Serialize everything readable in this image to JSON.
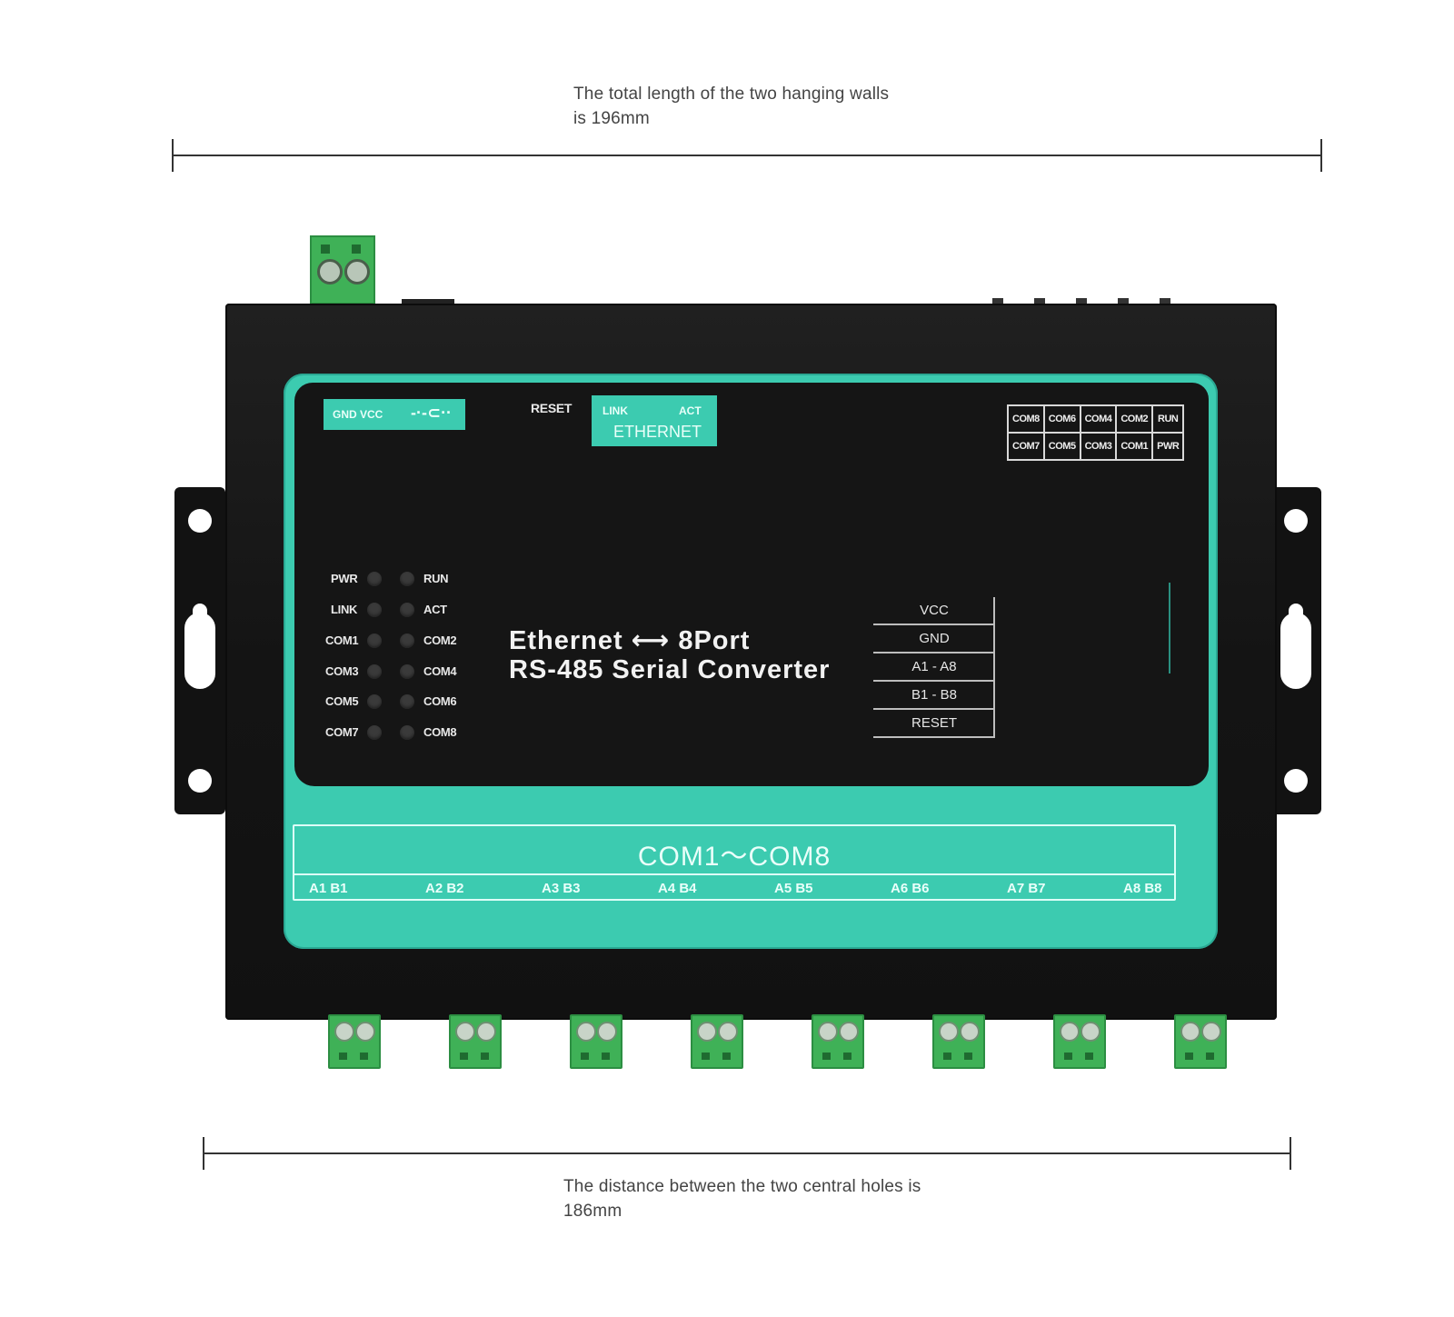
{
  "annotations": {
    "top_text_line1": "The total length of the two hanging walls",
    "top_text_line2": "is 196mm",
    "bottom_text_line1": "The distance between the two central holes is",
    "bottom_text_line2": "186mm"
  },
  "device": {
    "power_label": "GND VCC",
    "reset_label": "RESET",
    "ethernet": {
      "link": "LINK",
      "act": "ACT",
      "name": "ETHERNET"
    },
    "indicator_grid": {
      "row1": [
        "COM8",
        "COM6",
        "COM4",
        "COM2",
        "RUN"
      ],
      "row2": [
        "COM7",
        "COM5",
        "COM3",
        "COM1",
        "PWR"
      ]
    },
    "leds_left": [
      "PWR",
      "LINK",
      "COM1",
      "COM3",
      "COM5",
      "COM7"
    ],
    "leds_right": [
      "RUN",
      "ACT",
      "COM2",
      "COM4",
      "COM6",
      "COM8"
    ],
    "title_line1": "Ethernet ⟷ 8Port",
    "title_line2": "RS-485  Serial  Converter",
    "pin_table": [
      "VCC",
      "GND",
      "A1 - A8",
      "B1 - B8",
      "RESET"
    ],
    "port_range": "COM1～COM8",
    "port_pins": [
      "A1  B1",
      "A2  B2",
      "A3  B3",
      "A4  B4",
      "A5  B5",
      "A6  B6",
      "A7  B7",
      "A8  B8"
    ]
  }
}
